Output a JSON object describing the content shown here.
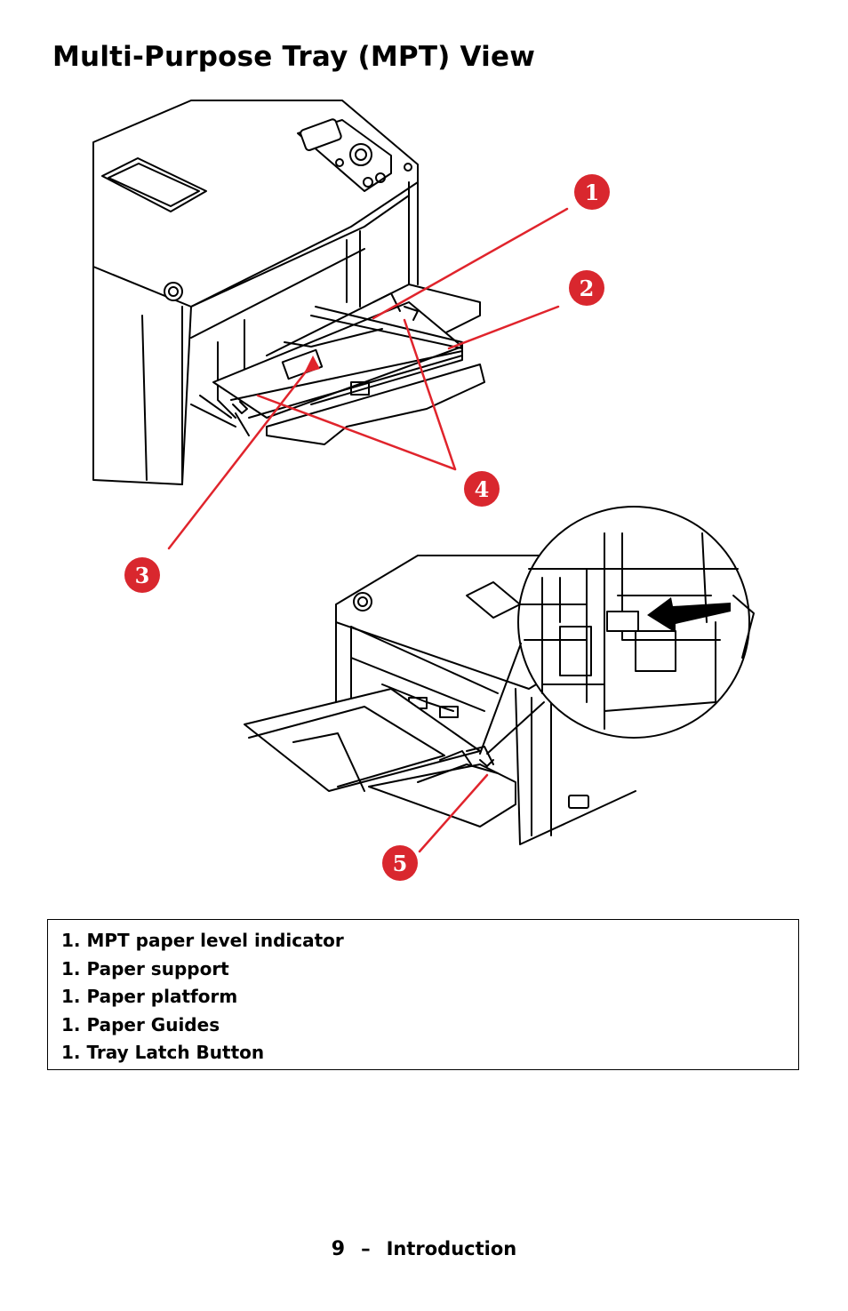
{
  "page": {
    "title": "Multi-Purpose Tray (MPT) View",
    "figure": {
      "callouts": [
        "1",
        "2",
        "3",
        "4",
        "5"
      ]
    },
    "legend": {
      "items": [
        "1. MPT paper level indicator",
        "1. Paper support",
        "1. Paper platform",
        "1. Paper Guides",
        "1. Tray Latch Button"
      ]
    },
    "footer": {
      "page_number": "9",
      "separator": "–",
      "section": "Introduction"
    }
  },
  "colors": {
    "callout": "#d9272e",
    "line_art": "#000000"
  }
}
